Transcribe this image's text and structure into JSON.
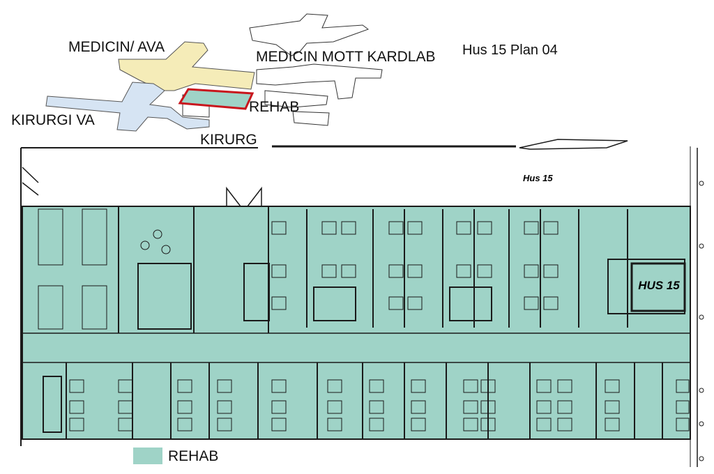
{
  "title": "Hus 15 Plan 04",
  "colors": {
    "rehab": "#9fd3c7",
    "medicin": "#f5ecb8",
    "kirurgi": "#d6e4f3",
    "highlight": "#c8161d",
    "wall": "#1a1a1a"
  },
  "keymap": {
    "labels": {
      "medicin_ava": "MEDICIN/ AVA",
      "medicin_mott": "MEDICIN MOTT KARDLAB",
      "kirurgi_va": "KIRURGI VA",
      "rehab": "REHAB",
      "kirurg": "KIRURG"
    }
  },
  "plan": {
    "building_label": "Hus 15",
    "building_box_label": "HUS 15"
  },
  "legend": {
    "label": "REHAB"
  }
}
